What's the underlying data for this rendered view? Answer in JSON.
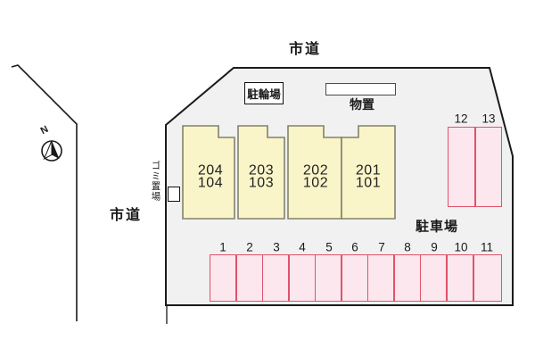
{
  "colors": {
    "property_fill": "#f1f1f1",
    "line_dark": "#1a1a1a",
    "unit_fill": "#faf5c9",
    "unit_border": "#82826a",
    "stall_fill": "#fbe7ed",
    "stall_border": "#e0526b",
    "box_fill": "#ffffff"
  },
  "compass": {
    "label": "N"
  },
  "roads": {
    "top_label": "市道",
    "left_label": "市道"
  },
  "facilities": {
    "bicycle_parking": "駐輪場",
    "storage": "物置",
    "garbage": "ゴミ置場"
  },
  "building": {
    "units": [
      {
        "upper": "204",
        "lower": "104"
      },
      {
        "upper": "203",
        "lower": "103"
      },
      {
        "upper": "202",
        "lower": "102"
      },
      {
        "upper": "201",
        "lower": "101"
      }
    ]
  },
  "parking": {
    "label": "駐車場",
    "row_stalls": [
      "1",
      "2",
      "3",
      "4",
      "5",
      "6",
      "7",
      "8",
      "9",
      "10",
      "11"
    ],
    "side_stalls": [
      "12",
      "13"
    ]
  }
}
